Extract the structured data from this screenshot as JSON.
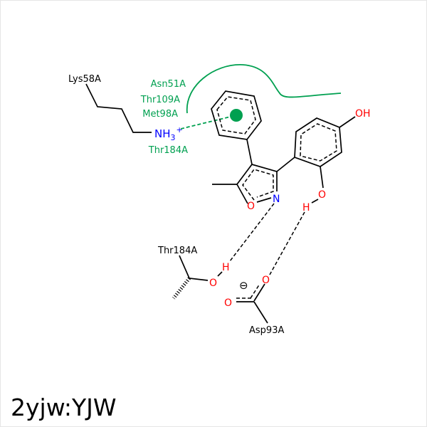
{
  "title": "2yjw:YJW",
  "colors": {
    "hydrophobic": "#00a050",
    "oxygen": "#ff0000",
    "nitrogen": "#0000ff",
    "bond": "#000000"
  },
  "residues": {
    "lys": "Lys58A",
    "asn": "Asn51A",
    "thr109": "Thr109A",
    "met": "Met98A",
    "thr184_green": "Thr184A",
    "thr184": "Thr184A",
    "asp": "Asp93A"
  },
  "atoms": {
    "nh3": "NH",
    "nh3_sub": "3",
    "nh3_charge": "+",
    "oh": "OH",
    "o": "O",
    "n": "N",
    "h": "H",
    "minus": "⊖"
  }
}
